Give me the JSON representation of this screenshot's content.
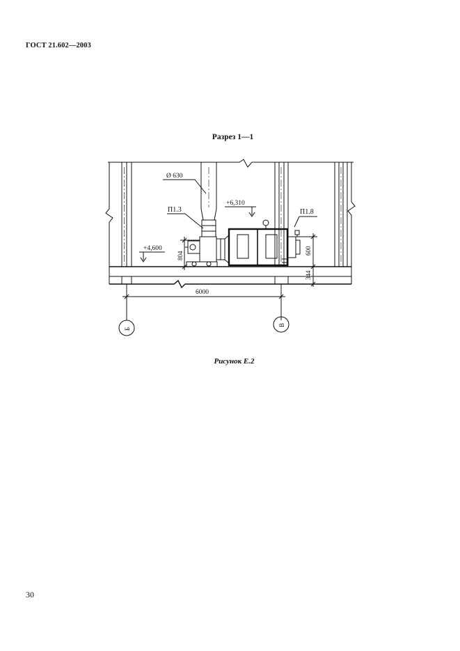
{
  "document": {
    "header": "ГОСТ 21.602—2003",
    "section_title": "Разрез 1—1",
    "caption": "Рисунок Е.2",
    "page_number": "30"
  },
  "drawing": {
    "duct_diameter": "Ø 630",
    "elevation_top": "+6,310",
    "elevation_floor": "+4,600",
    "unit_left_label": "П1.3",
    "unit_right_label": "П1.8",
    "dim_left_height": "804",
    "dim_right_height": "600",
    "dim_slab": "344",
    "dim_span": "6000",
    "axis_left": "Б",
    "axis_right": "В"
  }
}
